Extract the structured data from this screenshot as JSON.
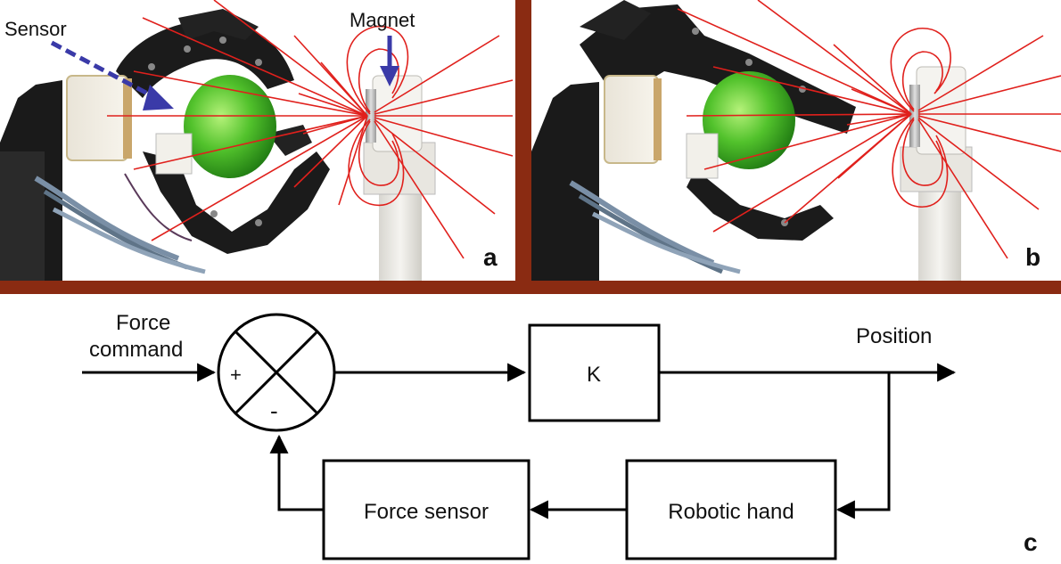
{
  "photo_panels": {
    "a": {
      "letter": "a",
      "sensor_label": "Sensor",
      "magnet_label": "Magnet"
    },
    "b": {
      "letter": "b"
    }
  },
  "block_diagram": {
    "letter": "c",
    "input_label_line1": "Force",
    "input_label_line2": "command",
    "plus_sign": "+",
    "minus_sign": "-",
    "gain_block": "K",
    "output_label": "Position",
    "plant_block": "Robotic hand",
    "sensor_block": "Force sensor"
  },
  "colors": {
    "frame_brown": "#8a2b12",
    "field_line_red": "#e0201c",
    "arrow_blue": "#3a3aa8",
    "ball_green": "#4fbf2a",
    "hand_black": "#1b1b1b"
  }
}
